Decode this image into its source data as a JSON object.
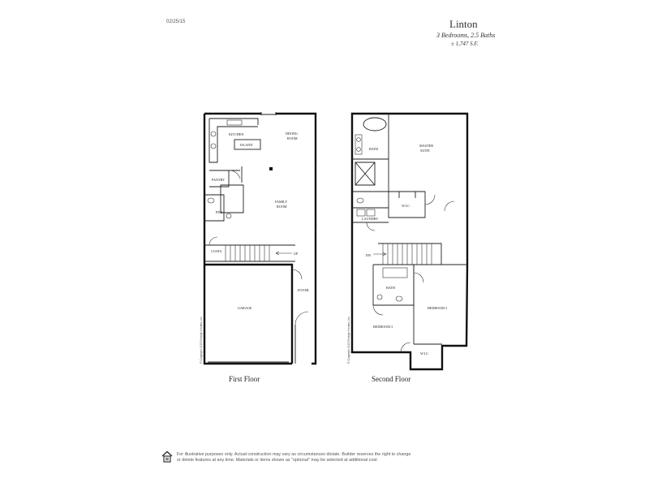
{
  "header": {
    "date": "02/25/15",
    "plan_name": "Linton",
    "subtitle": "3 Bedrooms, 2.5 Baths",
    "sqft": "± 1,747 S.F."
  },
  "floors": {
    "first": {
      "label": "First Floor",
      "copyright": "© Copyright 2015 Rocklyn Homes, Inc.",
      "rooms": {
        "kitchen": "KITCHEN",
        "island": "ISLAND",
        "dining": "DINING",
        "dining2": "ROOM",
        "pantry": "PANTRY",
        "family": "FAMILY",
        "family2": "ROOM",
        "pdr": "PDR",
        "coats": "COATS",
        "up": "UP",
        "foyer": "FOYER",
        "garage": "GARAGE"
      }
    },
    "second": {
      "label": "Second Floor",
      "copyright": "© Copyright 2015 Rocklyn Homes, Inc.",
      "rooms": {
        "bath": "BATH",
        "master": "MASTER",
        "master2": "SUITE",
        "wic": "W.I.C.",
        "laundry": "LAUNDRY",
        "dn": "DN",
        "bath2": "BATH",
        "bedroom2": "BEDROOM 2",
        "bedroom3": "BEDROOM 3",
        "wic2": "W.I.C."
      }
    }
  },
  "footer": {
    "disclaimer": "For illustrative purposes only. Actual construction may vary as circumstances dictate. Builder reserves the right to change or delete features at any time. Materials  or items shown as \"optional\" may be selected at additional cost."
  }
}
